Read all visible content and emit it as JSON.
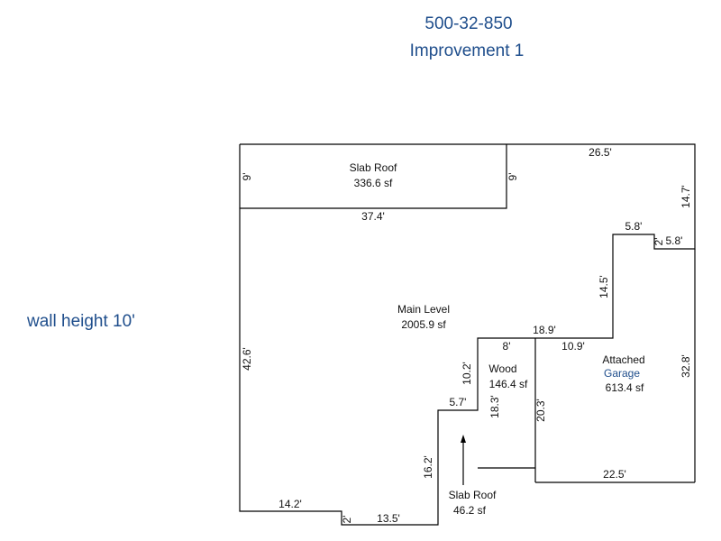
{
  "header": {
    "parcel_id": "500-32-850",
    "improvement": "Improvement 1"
  },
  "wall_height": "wall height 10'",
  "areas": {
    "slab_roof_top": {
      "name": "Slab Roof",
      "area": "336.6 sf"
    },
    "main_level": {
      "name": "Main Level",
      "area": "2005.9 sf"
    },
    "wood": {
      "name": "Wood",
      "area": "146.4 sf"
    },
    "garage": {
      "name_line1": "Attached",
      "name_line2": "Garage",
      "area": "613.4 sf"
    },
    "slab_roof_bottom": {
      "name": "Slab Roof",
      "area": "46.2 sf"
    }
  },
  "dimensions": {
    "d_9_left": "9'",
    "d_9_right": "9'",
    "d_37_4": "37.4'",
    "d_26_5": "26.5'",
    "d_14_7": "14.7'",
    "d_5_8_top": "5.8'",
    "d_2_right": "2'",
    "d_5_8_right": "5.8'",
    "d_14_5": "14.5'",
    "d_18_9": "18.9'",
    "d_8": "8'",
    "d_10_9": "10.9'",
    "d_32_8": "32.8'",
    "d_10_2": "10.2'",
    "d_18_3": "18.3'",
    "d_20_3": "20.3'",
    "d_5_7": "5.7'",
    "d_16_2": "16.2'",
    "d_22_5": "22.5'",
    "d_42_6": "42.6'",
    "d_14_2": "14.2'",
    "d_2_bottom": "2'",
    "d_13_5": "13.5'"
  }
}
